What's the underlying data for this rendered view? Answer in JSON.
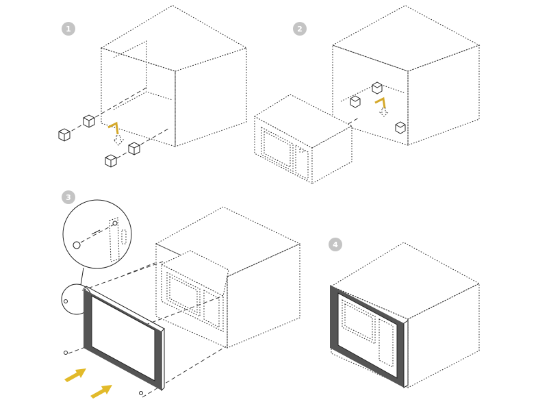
{
  "steps": [
    {
      "number": "1"
    },
    {
      "number": "2"
    },
    {
      "number": "3"
    },
    {
      "number": "4"
    }
  ],
  "colors": {
    "badge": "#c4c4c4",
    "accent_arrow": "#e2ba2a",
    "line": "#333333",
    "frame": "#555555"
  }
}
